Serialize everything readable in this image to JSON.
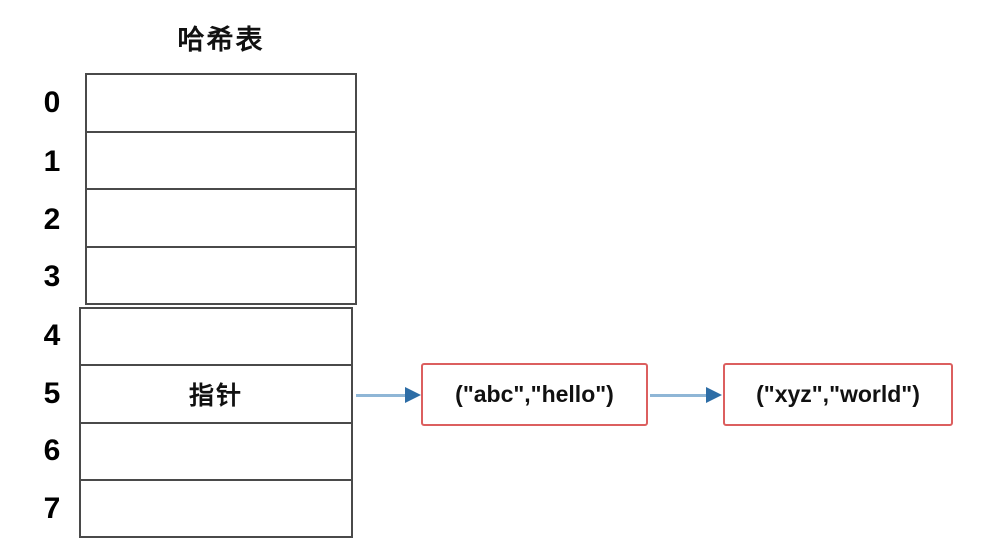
{
  "diagram": {
    "title": "哈希表",
    "hash_table": {
      "row_labels": [
        "0",
        "1",
        "2",
        "3",
        "4",
        "5",
        "6",
        "7"
      ],
      "pointer_cell": {
        "row_index": "5",
        "text": "指针"
      }
    },
    "chain": {
      "nodes": [
        {
          "label": "(\"abc\",\"hello\")"
        },
        {
          "label": "(\"xyz\",\"world\")"
        }
      ]
    },
    "colors": {
      "node_border": "#dc5f5f",
      "arrow_line": "#8fb6d6",
      "arrow_head": "#2d6da6",
      "table_border": "#4a4a4a"
    }
  }
}
